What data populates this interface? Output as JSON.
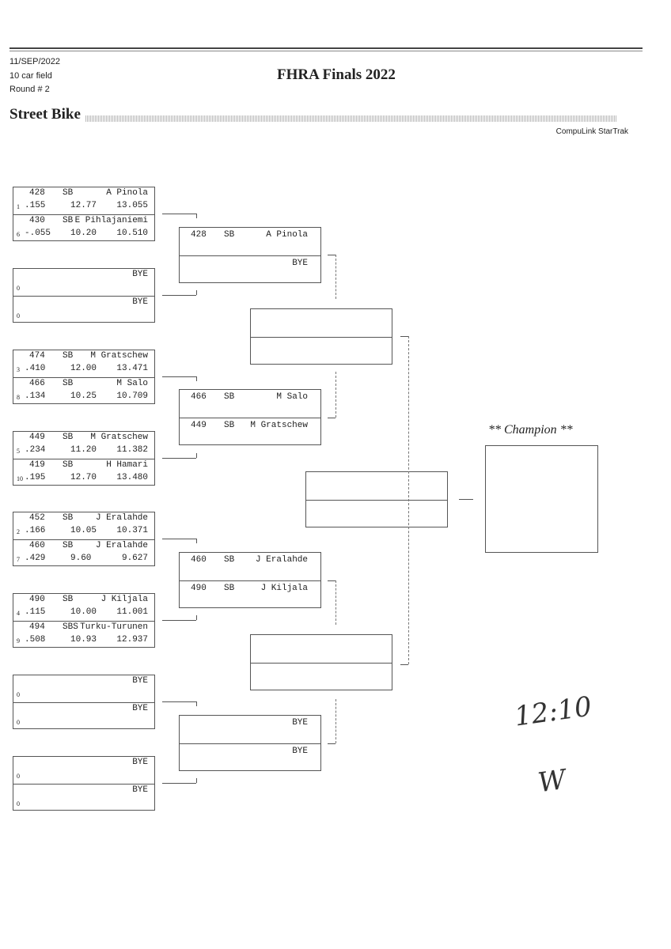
{
  "header": {
    "date": "11/SEP/2022",
    "field": "10 car field",
    "round": "Round # 2",
    "title": "FHRA Finals 2022",
    "class": "Street Bike",
    "brand": "CompuLink StarTrak"
  },
  "round1": [
    {
      "a": {
        "num": "428",
        "cls": "SB",
        "name": "A Pinola",
        "seed": "1",
        "rt": ".155",
        "et": "12.77",
        "time": "13.055"
      },
      "b": {
        "num": "430",
        "cls": "SB",
        "name": "E Pihlajaniemi",
        "seed": "6",
        "rt": "-.055",
        "et": "10.20",
        "time": "10.510"
      }
    },
    {
      "a": {
        "num": "",
        "cls": "",
        "name": "BYE",
        "seed": "0",
        "rt": "",
        "et": "",
        "time": ""
      },
      "b": {
        "num": "",
        "cls": "",
        "name": "BYE",
        "seed": "0",
        "rt": "",
        "et": "",
        "time": ""
      }
    },
    {
      "a": {
        "num": "474",
        "cls": "SB",
        "name": "M Gratschew",
        "seed": "3",
        "rt": ".410",
        "et": "12.00",
        "time": "13.471"
      },
      "b": {
        "num": "466",
        "cls": "SB",
        "name": "M Salo",
        "seed": "8",
        "rt": ".134",
        "et": "10.25",
        "time": "10.709"
      }
    },
    {
      "a": {
        "num": "449",
        "cls": "SB",
        "name": "M Gratschew",
        "seed": "5",
        "rt": ".234",
        "et": "11.20",
        "time": "11.382"
      },
      "b": {
        "num": "419",
        "cls": "SB",
        "name": "H Hamari",
        "seed": "10",
        "rt": ".195",
        "et": "12.70",
        "time": "13.480"
      }
    },
    {
      "a": {
        "num": "452",
        "cls": "SB",
        "name": "J Eralahde",
        "seed": "2",
        "rt": ".166",
        "et": "10.05",
        "time": "10.371"
      },
      "b": {
        "num": "460",
        "cls": "SB",
        "name": "J Eralahde",
        "seed": "7",
        "rt": ".429",
        "et": "9.60",
        "time": "9.627"
      }
    },
    {
      "a": {
        "num": "490",
        "cls": "SB",
        "name": "J Kiljala",
        "seed": "4",
        "rt": ".115",
        "et": "10.00",
        "time": "11.001"
      },
      "b": {
        "num": "494",
        "cls": "SBS",
        "name": "Turku-Turunen",
        "seed": "9",
        "rt": ".508",
        "et": "10.93",
        "time": "12.937"
      }
    },
    {
      "a": {
        "num": "",
        "cls": "",
        "name": "BYE",
        "seed": "0",
        "rt": "",
        "et": "",
        "time": ""
      },
      "b": {
        "num": "",
        "cls": "",
        "name": "BYE",
        "seed": "0",
        "rt": "",
        "et": "",
        "time": ""
      }
    },
    {
      "a": {
        "num": "",
        "cls": "",
        "name": "BYE",
        "seed": "0",
        "rt": "",
        "et": "",
        "time": ""
      },
      "b": {
        "num": "",
        "cls": "",
        "name": "BYE",
        "seed": "0",
        "rt": "",
        "et": "",
        "time": ""
      }
    }
  ],
  "round2": [
    {
      "a": {
        "num": "428",
        "cls": "SB",
        "name": "A Pinola"
      },
      "b": {
        "num": "",
        "cls": "",
        "name": "BYE"
      }
    },
    {
      "a": {
        "num": "466",
        "cls": "SB",
        "name": "M Salo"
      },
      "b": {
        "num": "449",
        "cls": "SB",
        "name": "M Gratschew"
      }
    },
    {
      "a": {
        "num": "460",
        "cls": "SB",
        "name": "J Eralahde"
      },
      "b": {
        "num": "490",
        "cls": "SB",
        "name": "J Kiljala"
      }
    },
    {
      "a": {
        "num": "",
        "cls": "",
        "name": "BYE"
      },
      "b": {
        "num": "",
        "cls": "",
        "name": "BYE"
      }
    }
  ],
  "champion_label": "** Champion **",
  "handwriting": {
    "time": "12:10",
    "mark": "W"
  }
}
